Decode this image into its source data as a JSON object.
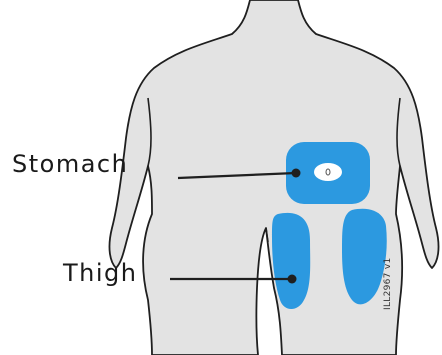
{
  "labels": {
    "stomach": "Stomach",
    "thigh": "Thigh"
  },
  "figure_id": "ILL2967 v1",
  "colors": {
    "injection_site": "#2c99e0",
    "skin_tint": "#e3e3e3",
    "outline": "#1f1f1f",
    "navel_marker": "#ffffff"
  }
}
